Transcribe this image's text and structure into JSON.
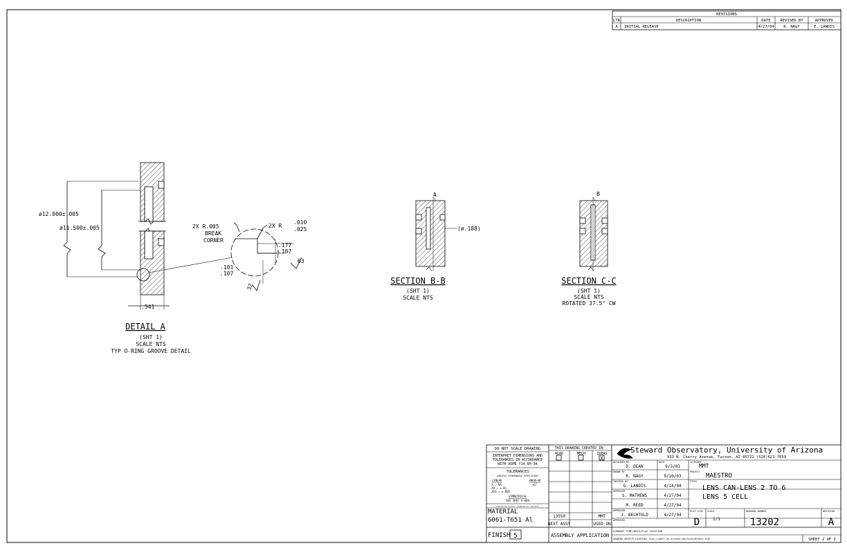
{
  "revisions": {
    "title": "REVISIONS",
    "headers": [
      "LTR",
      "DESCRIPTION",
      "DATE",
      "REVISED BY",
      "APPROVED"
    ],
    "rows": [
      [
        "A",
        "INITIAL RELEASE",
        "4/27/04",
        "R. NAGY",
        "E. LANDIS"
      ]
    ]
  },
  "detail_a": {
    "dim_dia_12": "ø12.000±.005",
    "dim_dia_11_5": "ø11.500±.005",
    "dim_541": ".541",
    "note_2x_r005": "2X R.005",
    "note_break": "BREAK",
    "note_corner": "CORNER",
    "note_2x_r": "2X R",
    "dim_010": ".010",
    "dim_025": ".025",
    "dim_177": ".177",
    "dim_187": ".187",
    "dim_101": ".101",
    "dim_107": ".107",
    "finish_63": "63",
    "finish_32": "32",
    "title": "DETAIL A",
    "sub1": "(SHT 1)",
    "sub2": "SCALE NTS",
    "sub3": "TYP O-RING GROOVE DETAIL"
  },
  "section_b": {
    "label_a": "A",
    "dim_188": "(ø.188)",
    "title": "SECTION B-B",
    "sub1": "(SHT 1)",
    "sub2": "SCALE NTS"
  },
  "section_c": {
    "label_b": "B",
    "title": "SECTION C-C",
    "sub1": "(SHT 1)",
    "sub2": "SCALE NTS",
    "sub3": "ROTATED 37.5° CW"
  },
  "title_block": {
    "do_not_scale": "DO NOT SCALE DRAWING",
    "interpret1": "INTERPRET DIMENSIONS AND",
    "interpret2": "TOLERANCES IN ACCORDANCE",
    "interpret3": "WITH ASME Y14.5M-94",
    "tolerances": "TOLERANCES",
    "unless": "UNLESS OTHERWISE SPECIFIED",
    "linear": "LINEAR",
    "angular": "ANGULAR",
    "tol_x": ".X   = NA",
    "tol_xx": ".XX  = ±.01",
    "tol_xxx": ".XXX = ±.005",
    "tol_ang": "±1°",
    "symmetrical": "SYMMETRICAL",
    "see_spec": "SEE SPEC S-008",
    "small_note": "DIMENSIONS ARE IN INCHES / DIMENSIONS IN [ ] ARE METRIC",
    "created_in": "THIS DRAWING CREATED IN:",
    "acad": "ACAD",
    "mech": "MECH",
    "ideas": "IDEAS",
    "ideas_mark": "X",
    "material_label": "MATERIAL",
    "material": "6061-T651 Al",
    "finish_label": "FINISH",
    "finish_num": "5",
    "next_assy": "13550",
    "used_on": "MMT",
    "next_assy_label": "NEXT ASSY",
    "used_on_label": "USED ON",
    "application": "ASSEMBLY APPLICATION",
    "org": "Steward Observatory, University of Arizona",
    "address": "933 N. Cherry Avenue, Tucson, AZ  85721   (520)621-7659",
    "designed_by_label": "DESIGNED BY",
    "designed_by": "D. DEAN",
    "date_label": "DATE",
    "designed_date": "9/3/03",
    "drawn_by_label": "DRAWN BY",
    "drawn_by": "R. NAGY",
    "drawn_date": "9/10/03",
    "checked_by_label": "CHECKED BY",
    "checked_by": "G. LANDIS",
    "checked_date": "4/14/04",
    "approved_label": "APPROVED",
    "approved1": "S. MATHEWS",
    "approved1_date": "4/27/04",
    "approved2": "M. REED",
    "approved2_date": "4/27/04",
    "approved3": "J. BECHTOLD",
    "approved3_date": "4/27/04",
    "category_label": "CATEGORY",
    "category": "MMT",
    "project_label": "PROJECT",
    "project": "MAESTRO",
    "title_label": "TITLE",
    "title1": "LENS CAN-LENS 2 TO 6",
    "title2": "LENS 5 CELL",
    "plot_size_label": "PLOT SIZE",
    "plot_size": "D",
    "scale_label": "SCALE",
    "scale": "1/1",
    "drawing_number_label": "DRAWING NUMBER",
    "drawing_number": "13202",
    "revision_label": "REVISION",
    "revision": "A",
    "current_time": "CURRENT TIME/DATE/FILE LOCATION",
    "archive": "DRAWING ARCHIVE LOCATION: http://abell.as.arizona.edu/scsd/default.html",
    "sheet": "SHEET 2 OF 2"
  }
}
